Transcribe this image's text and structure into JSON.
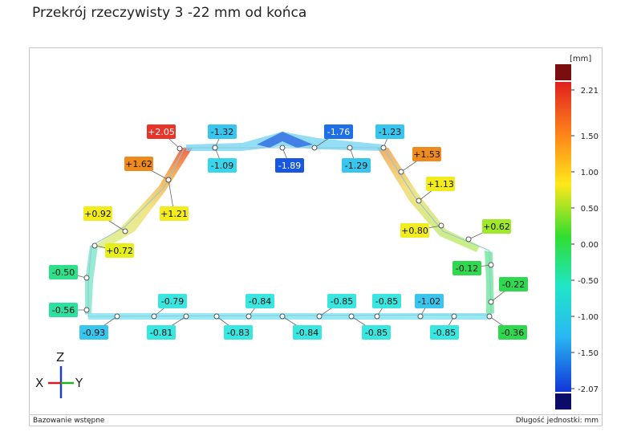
{
  "title": "Przekrój rzeczywisty 3 -22 mm od końca",
  "footer": {
    "left": "Bazowanie wstępne",
    "right": "Długość jednostki: mm"
  },
  "axis_triad": {
    "z": "Z",
    "x": "X",
    "y": "Y"
  },
  "colorbar": {
    "unit": "[mm]",
    "ticks": [
      "2.21",
      "1.50",
      "1.00",
      "0.50",
      "0.00",
      "-0.50",
      "-1.00",
      "-1.50",
      "-2.07"
    ],
    "over_color": "#7a0d0d",
    "under_color": "#0b0b6a"
  },
  "labels": [
    {
      "text": "+2.05",
      "color": "#e8352a"
    },
    {
      "text": "-1.32",
      "color": "#39c6ee"
    },
    {
      "text": "-1.76",
      "color": "#1f6fe6"
    },
    {
      "text": "-1.23",
      "color": "#39c6ee"
    },
    {
      "text": "+1.62",
      "color": "#ef8a1c"
    },
    {
      "text": "-1.09",
      "color": "#38d6ea"
    },
    {
      "text": "-1.89",
      "color": "#1858e0"
    },
    {
      "text": "-1.29",
      "color": "#39c6ee"
    },
    {
      "text": "+1.53",
      "color": "#ef8a1c"
    },
    {
      "text": "+1.13",
      "color": "#f2ec1c"
    },
    {
      "text": "+0.92",
      "color": "#f2ec1c"
    },
    {
      "text": "+1.21",
      "color": "#f2ec1c"
    },
    {
      "text": "+0.80",
      "color": "#f2ec1c"
    },
    {
      "text": "+0.62",
      "color": "#9fe82a"
    },
    {
      "text": "+0.72",
      "color": "#e6ee1c"
    },
    {
      "text": "-0.12",
      "color": "#30d850"
    },
    {
      "text": "-0.50",
      "color": "#2ee08a"
    },
    {
      "text": "-0.22",
      "color": "#30d850"
    },
    {
      "text": "-0.79",
      "color": "#3ae6e0"
    },
    {
      "text": "-0.84",
      "color": "#3ae6e0"
    },
    {
      "text": "-0.85",
      "color": "#3ae6e0"
    },
    {
      "text": "-0.85",
      "color": "#3ae6e0"
    },
    {
      "text": "-1.02",
      "color": "#39c6ee"
    },
    {
      "text": "-0.56",
      "color": "#2ee0a0"
    },
    {
      "text": "-0.93",
      "color": "#39c6ee"
    },
    {
      "text": "-0.81",
      "color": "#3ae6e0"
    },
    {
      "text": "-0.83",
      "color": "#3ae6e0"
    },
    {
      "text": "-0.84",
      "color": "#3ae6e0"
    },
    {
      "text": "-0.85",
      "color": "#3ae6e0"
    },
    {
      "text": "-0.85",
      "color": "#3ae6e0"
    },
    {
      "text": "-0.36",
      "color": "#30d850"
    }
  ]
}
